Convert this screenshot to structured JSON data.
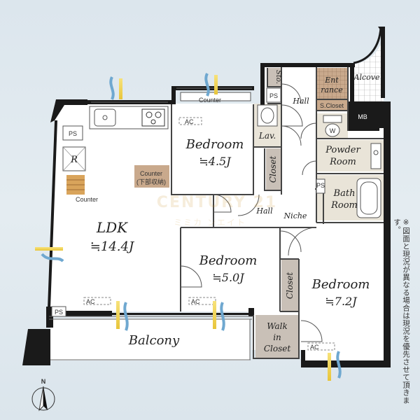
{
  "rooms": {
    "ldk": {
      "name": "LDK",
      "size": "≒14.4J"
    },
    "bedroom1": {
      "name": "Bedroom",
      "size": "≒4.5J"
    },
    "bedroom2": {
      "name": "Bedroom",
      "size": "≒5.0J"
    },
    "bedroom3": {
      "name": "Bedroom",
      "size": "≒7.2J"
    },
    "balcony": "Balcony",
    "hall_top": "Hall",
    "hall_mid": "Hall",
    "niche": "Niche",
    "entrance_line1": "Ent",
    "entrance_line2": "rance",
    "scloset": "S.Closet",
    "alcove": "Alcove",
    "mb": "MB",
    "powder_line1": "Powder",
    "powder_line2": "Room",
    "bath_line1": "Bath",
    "bath_line2": "Room",
    "lav": "Lav.",
    "sto": "Sto.",
    "closet1": "Closet",
    "closet2": "Closet",
    "walkin_line1": "Walk",
    "walkin_line2": "in",
    "walkin_line3": "Closet",
    "w": "W",
    "r": "R"
  },
  "fixtures": {
    "ps1": "PS",
    "ps2": "PS",
    "ps3": "PS",
    "ps4": "PS",
    "counter_top": "Counter",
    "counter_kitchen": "Counter",
    "counter_storage": "Counter",
    "counter_storage_sub": "(下部収納)",
    "ac1": "AC",
    "ac2": "AC",
    "ac3": "AC",
    "ac4": "AC"
  },
  "compass": "N",
  "watermark": {
    "line1": "CENTURY 21",
    "line2": "ミミカ ンエイト"
  },
  "note": "※図面と現況が異なる場合は現況を優先させて頂きます。",
  "colors": {
    "wall": "#1a1a1a",
    "floor": "#ffffff",
    "wet_area": "#e9e4d8",
    "storage": "#c9c0b7",
    "entrance": "#c9a98c",
    "background": "#dde7ee"
  }
}
